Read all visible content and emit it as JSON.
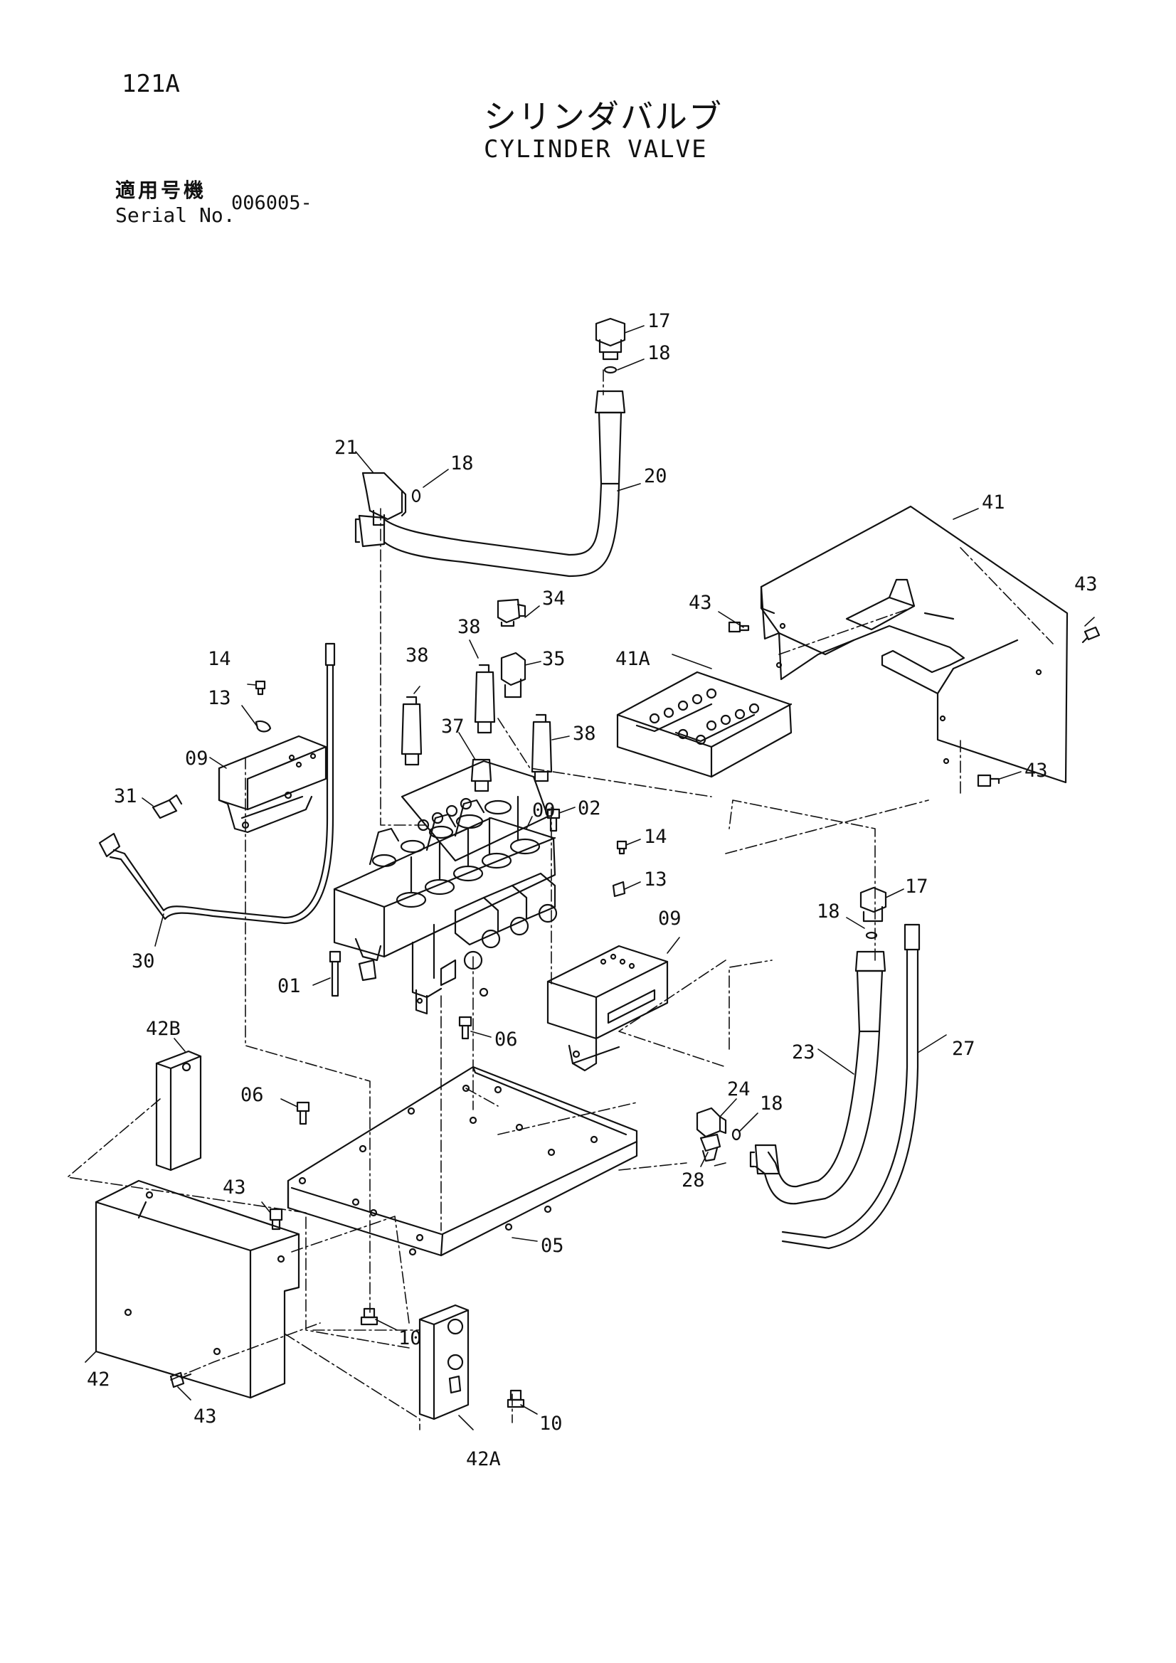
{
  "header": {
    "page_id": "121A",
    "title_jp": "シリンダバルブ",
    "title_en": "CYLINDER VALVE",
    "serial_label_jp": "適用号機",
    "serial_label_en": "Serial No.",
    "serial_value": "006005-"
  },
  "callouts": [
    {
      "id": "c17a",
      "text": "17"
    },
    {
      "id": "c18a",
      "text": "18"
    },
    {
      "id": "c20",
      "text": "20"
    },
    {
      "id": "c21",
      "text": "21"
    },
    {
      "id": "c18b",
      "text": "18"
    },
    {
      "id": "c41",
      "text": "41"
    },
    {
      "id": "c43a",
      "text": "43"
    },
    {
      "id": "c43b",
      "text": "43"
    },
    {
      "id": "c41A",
      "text": "41A"
    },
    {
      "id": "c43c",
      "text": "43"
    },
    {
      "id": "c34",
      "text": "34"
    },
    {
      "id": "c38a",
      "text": "38"
    },
    {
      "id": "c35",
      "text": "35"
    },
    {
      "id": "c38b",
      "text": "38"
    },
    {
      "id": "c37",
      "text": "37"
    },
    {
      "id": "c38c",
      "text": "38"
    },
    {
      "id": "c14a",
      "text": "14"
    },
    {
      "id": "c13a",
      "text": "13"
    },
    {
      "id": "c09a",
      "text": "09"
    },
    {
      "id": "c31",
      "text": "31"
    },
    {
      "id": "c00",
      "text": "00"
    },
    {
      "id": "c02",
      "text": "02"
    },
    {
      "id": "c14b",
      "text": "14"
    },
    {
      "id": "c13b",
      "text": "13"
    },
    {
      "id": "c09b",
      "text": "09"
    },
    {
      "id": "c30",
      "text": "30"
    },
    {
      "id": "c01",
      "text": "01"
    },
    {
      "id": "c17b",
      "text": "17"
    },
    {
      "id": "c18c",
      "text": "18"
    },
    {
      "id": "c06a",
      "text": "06"
    },
    {
      "id": "c42B",
      "text": "42B"
    },
    {
      "id": "c06b",
      "text": "06"
    },
    {
      "id": "c23",
      "text": "23"
    },
    {
      "id": "c27",
      "text": "27"
    },
    {
      "id": "c24",
      "text": "24"
    },
    {
      "id": "c18d",
      "text": "18"
    },
    {
      "id": "c43d",
      "text": "43"
    },
    {
      "id": "c28",
      "text": "28"
    },
    {
      "id": "c05",
      "text": "05"
    },
    {
      "id": "c42",
      "text": "42"
    },
    {
      "id": "c10a",
      "text": "10"
    },
    {
      "id": "c43e",
      "text": "43"
    },
    {
      "id": "c10b",
      "text": "10"
    },
    {
      "id": "c42A",
      "text": "42A"
    }
  ]
}
